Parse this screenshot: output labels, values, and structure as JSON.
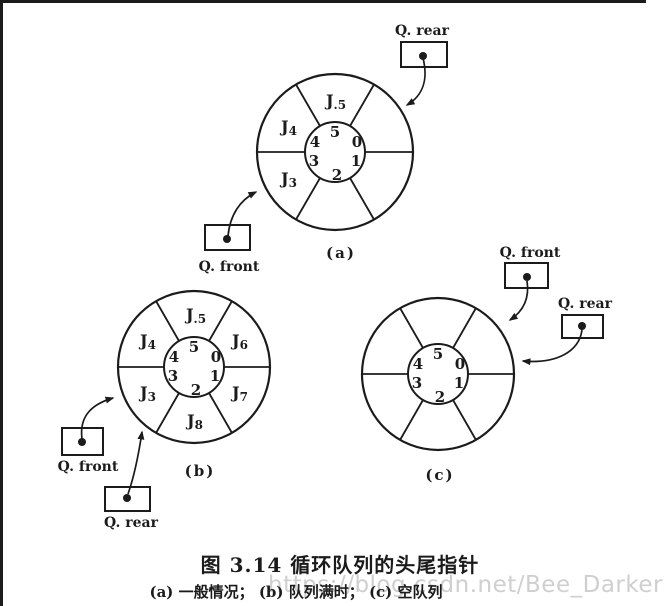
{
  "colors": {
    "ink": "#1b1b1b",
    "watermark": "#cfcfcf",
    "paper": "#ffffff"
  },
  "watermark": {
    "text": "https://blog.csdn.net/Bee_Darker"
  },
  "figure": {
    "caption_title": "图 3.14  循环队列的头尾指针",
    "caption_sub": "(a) 一般情况；  (b) 队列满时；  (c) 空队列"
  },
  "diagrams": {
    "a": {
      "caption": "(a)",
      "front_label": "Q. front",
      "rear_label": "Q. rear",
      "numbers": [
        "5",
        "0",
        "1",
        "2",
        "3",
        "4"
      ],
      "sectors": [
        {
          "main": "J",
          "sub": ".5"
        },
        {
          "main": "J",
          "sub": "4"
        },
        {
          "main": "J",
          "sub": "3"
        }
      ]
    },
    "b": {
      "caption": "(b)",
      "front_label": "Q. front",
      "rear_label": "Q. rear",
      "numbers": [
        "5",
        "0",
        "1",
        "2",
        "3",
        "4"
      ],
      "sectors": [
        {
          "main": "J",
          "sub": ".5"
        },
        {
          "main": "J",
          "sub": "4"
        },
        {
          "main": "J",
          "sub": "6"
        },
        {
          "main": "J",
          "sub": "3"
        },
        {
          "main": "J",
          "sub": "7"
        },
        {
          "main": "J",
          "sub": "8"
        }
      ]
    },
    "c": {
      "caption": "(c)",
      "front_label": "Q. front",
      "rear_label": "Q. rear",
      "numbers": [
        "5",
        "0",
        "1",
        "2",
        "3",
        "4"
      ],
      "sectors": []
    }
  }
}
